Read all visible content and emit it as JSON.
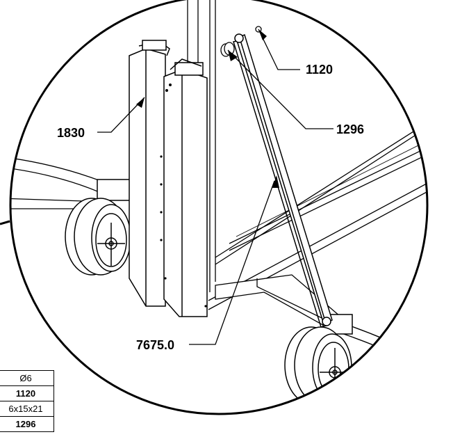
{
  "callouts": {
    "nut": "1120",
    "spacer": "1296",
    "bolt": "1830",
    "brace": "7675.0"
  },
  "spec_table": {
    "rows": [
      {
        "text": "Ø6",
        "bold": false
      },
      {
        "text": "1120",
        "bold": true
      },
      {
        "text": "6x15x21",
        "bold": false
      },
      {
        "text": "1296",
        "bold": true
      }
    ]
  }
}
